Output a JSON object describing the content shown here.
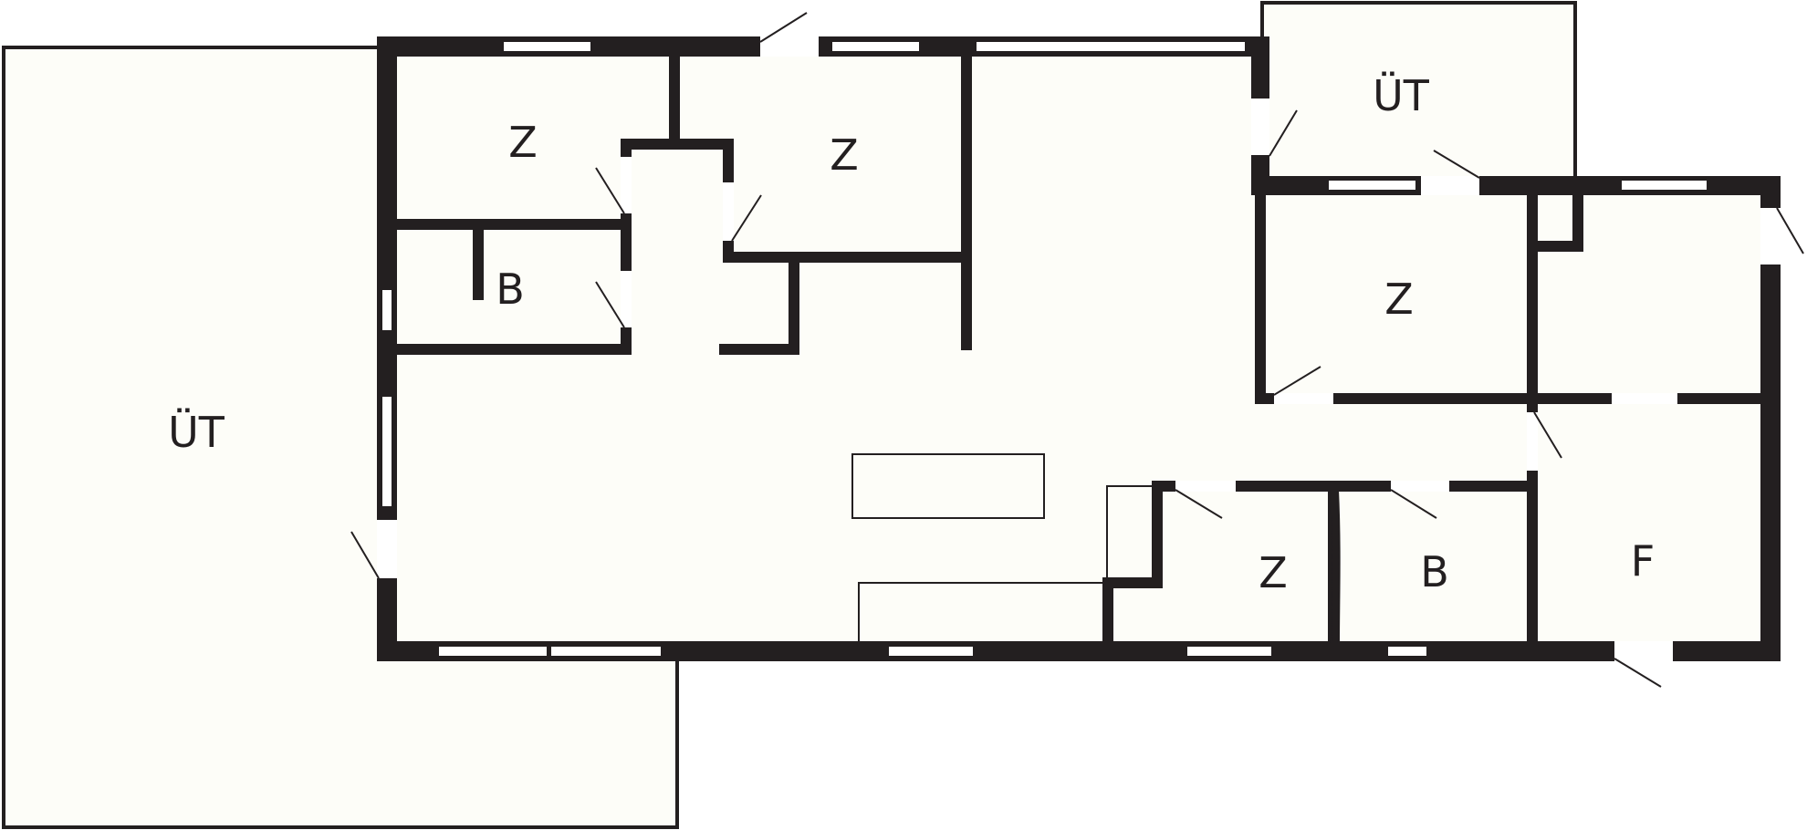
{
  "plan": {
    "labels": {
      "terrace_left": "ÜT",
      "terrace_top_right": "ÜT",
      "room_top_left": "Z",
      "room_top_middle": "Z",
      "bath_left": "B",
      "room_right_upper": "Z",
      "room_bottom_middle": "Z",
      "bath_right": "B",
      "room_bottom_right": "F"
    },
    "colors": {
      "wall": "#231f20",
      "floor": "#fdfdf8",
      "window": "#ffffff"
    }
  }
}
